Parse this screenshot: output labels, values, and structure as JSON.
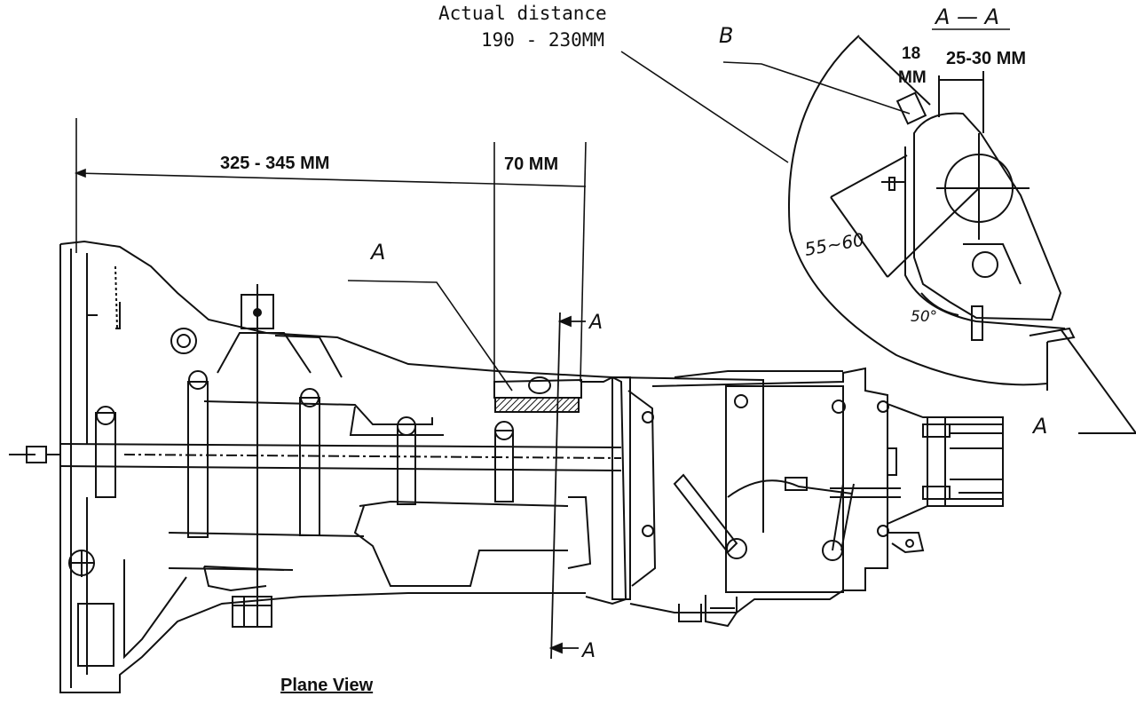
{
  "callouts": {
    "actual_distance_label": "Actual distance",
    "actual_distance_value": "190 - 230MM",
    "dim_overall": "325 - 345 MM",
    "dim_offset": "70 MM",
    "bracket_label": "A",
    "view_title": "Plane View"
  },
  "section": {
    "title": "A — A",
    "label_b": "B",
    "dim_18": "18",
    "dim_18_unit": "MM",
    "dim_25_30": "25-30 MM",
    "dim_55_60": "55~60",
    "angle": "50°",
    "label_a_right": "A"
  },
  "section_marks": {
    "top": "A",
    "bottom": "A"
  },
  "colors": {
    "ink": "#111111",
    "paper": "#ffffff"
  }
}
